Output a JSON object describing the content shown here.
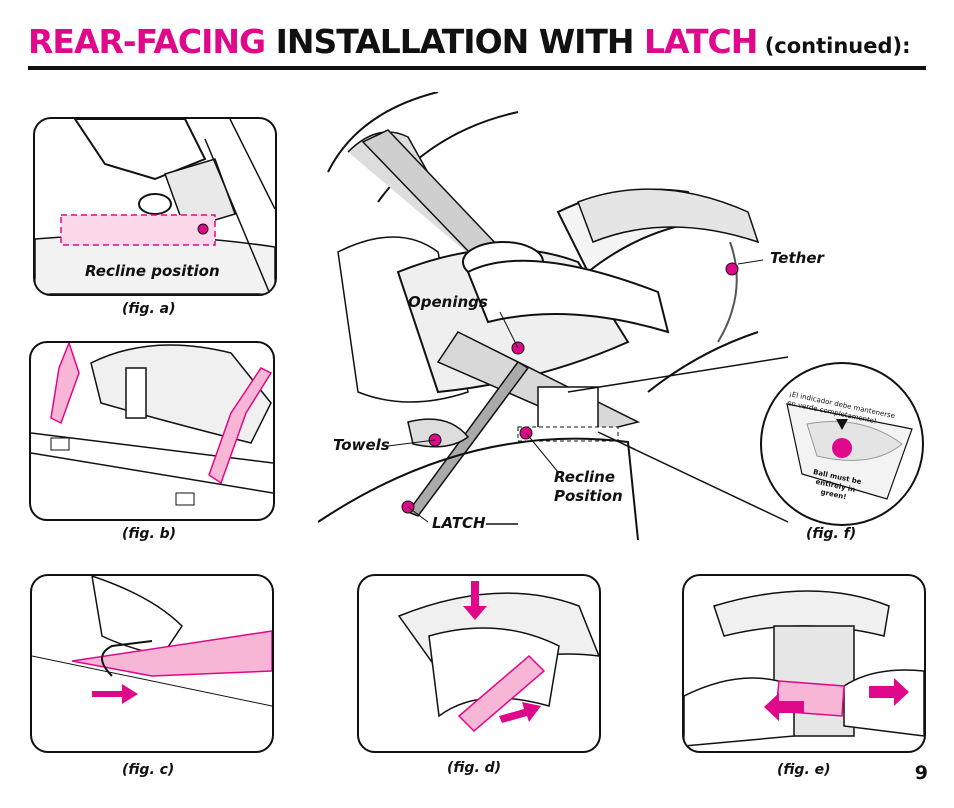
{
  "header": {
    "title_part1": "REAR-FACING",
    "title_part2": " INSTALLATION WITH ",
    "title_part3": "LATCH",
    "title_part4": " (continued):"
  },
  "figures": {
    "a": {
      "caption": "(fig. a)",
      "label": "Recline position"
    },
    "b": {
      "caption": "(fig. b)"
    },
    "c": {
      "caption": "(fig. c)"
    },
    "d": {
      "caption": "(fig. d)"
    },
    "e": {
      "caption": "(fig. e)"
    },
    "f": {
      "caption": "(fig. f)"
    }
  },
  "main_illustration": {
    "labels": {
      "tether": "Tether",
      "openings": "Openings",
      "towels": "Towels",
      "recline_position": "Recline\nPosition",
      "latch": "LATCH"
    }
  },
  "indicator": {
    "spanish_line1": "¡El indicador debe mantenerse",
    "spanish_line2": "en verde completamente!",
    "english_line1": "Ball must be",
    "english_line2": "entirely in",
    "english_line3": "green!"
  },
  "page_number": "9",
  "colors": {
    "accent": "#e0088a",
    "ink": "#111111"
  }
}
